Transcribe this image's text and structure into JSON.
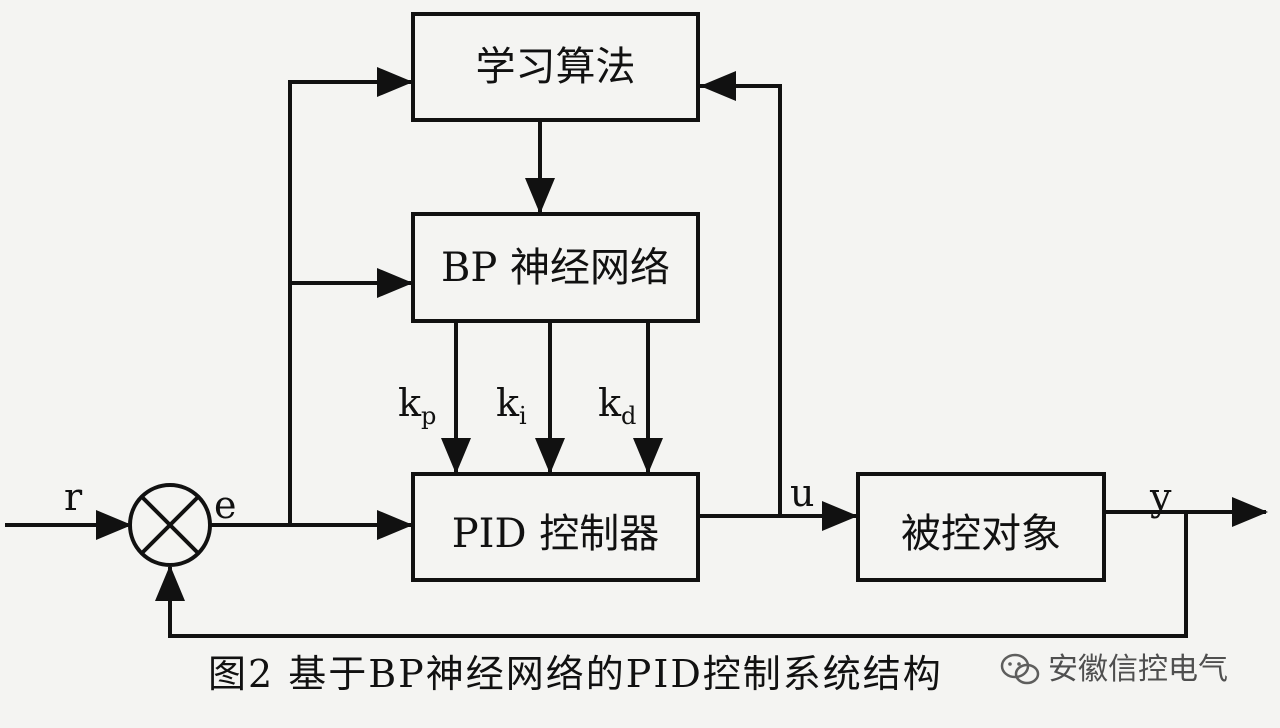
{
  "blocks": {
    "learning_algorithm": "学习算法",
    "bp_network": "BP 神经网络",
    "pid_controller": "PID 控制器",
    "plant": "被控对象"
  },
  "signals": {
    "r": "r",
    "e": "e",
    "u": "u",
    "y": "y",
    "kp_base": "k",
    "kp_sub": "p",
    "ki_base": "k",
    "ki_sub": "i",
    "kd_base": "k",
    "kd_sub": "d"
  },
  "caption": "图2 基于BP神经网络的PID控制系统结构",
  "watermark": "安徽信控电气"
}
